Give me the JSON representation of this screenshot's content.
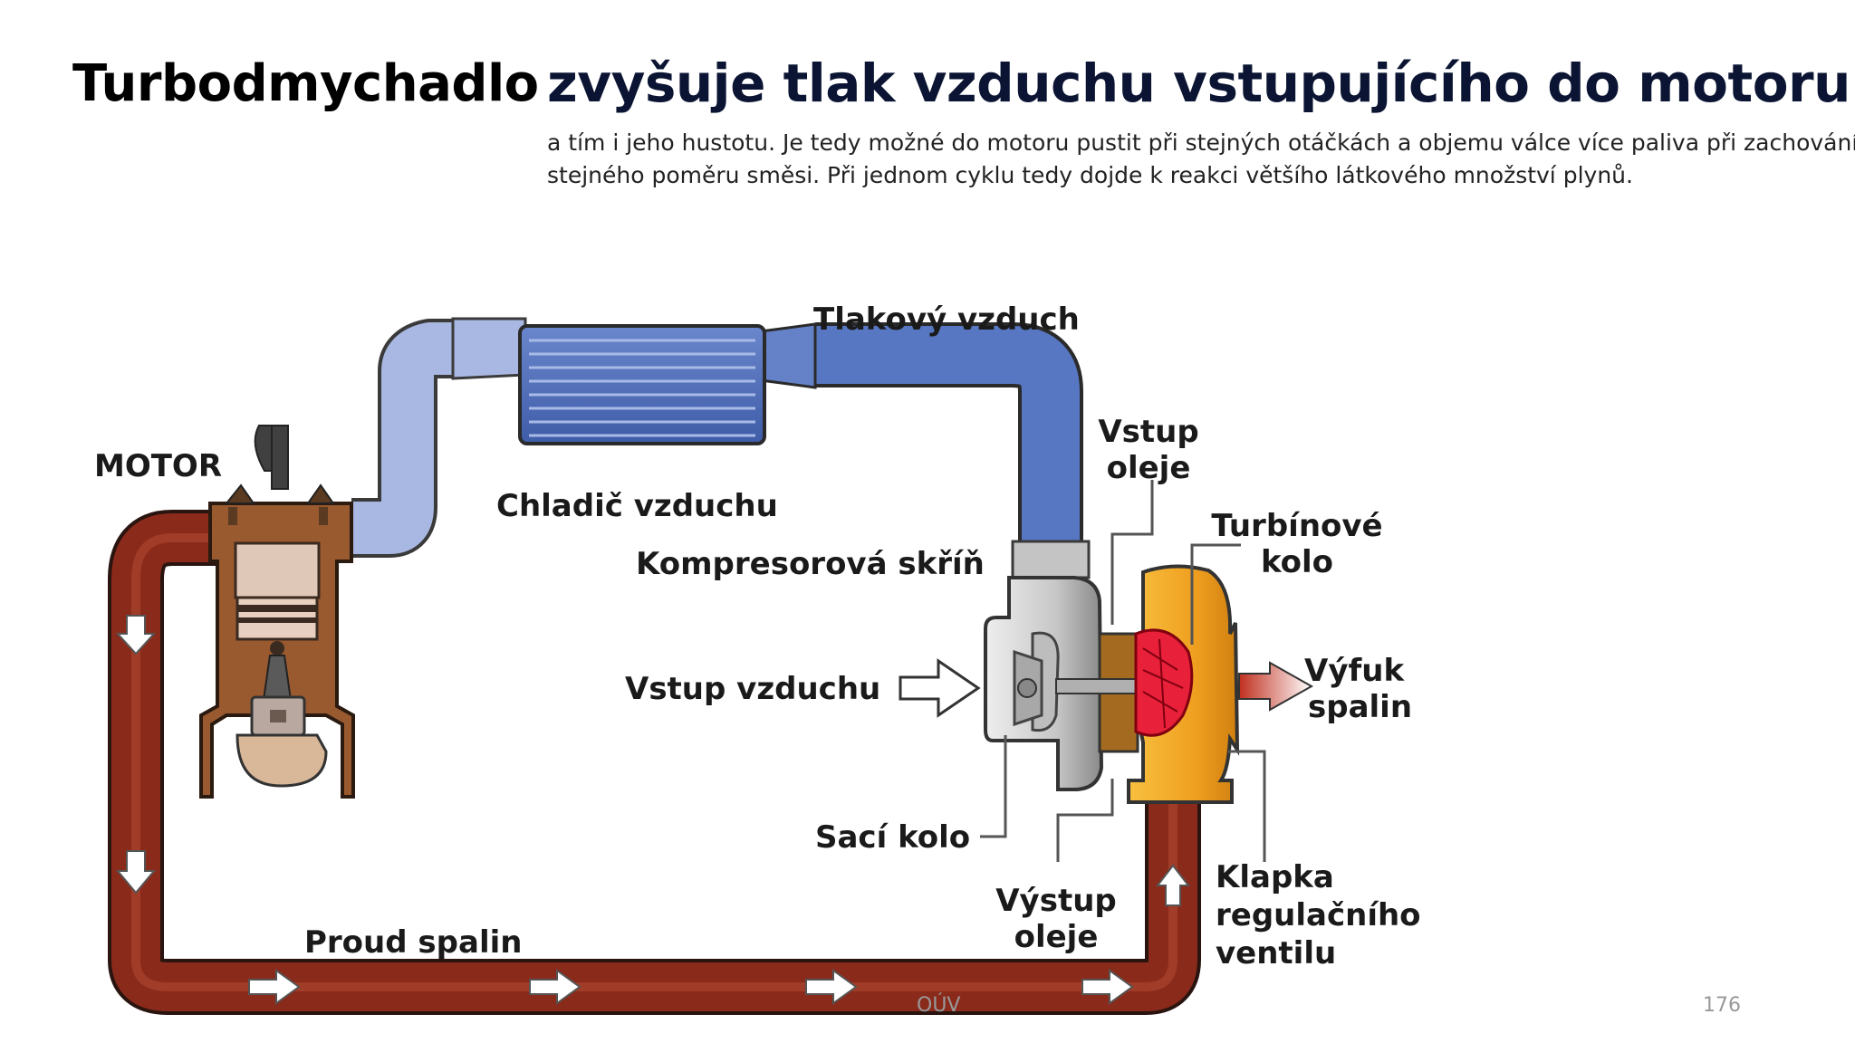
{
  "slide": {
    "title_left": "Turbodmychadlo",
    "title_right": "zvyšuje tlak vzduchu vstupujícího do motoru",
    "paragraph_line1": "a tím i jeho hustotu. Je tedy možné do motoru pustit při stejných otáčkách a objemu válce více paliva při zachování",
    "paragraph_line2": "stejného poměru směsi.  Při jednom cyklu tedy dojde k reakci většího látkového množství plynů.",
    "footer_center": "OÚV",
    "page_number": "176"
  },
  "diagram": {
    "labels": {
      "motor": "MOTOR",
      "tlakovy_vzduch": "Tlakový vzduch",
      "chladic_vzduchu": "Chladič vzduchu",
      "vstup_oleje_1": "Vstup",
      "vstup_oleje_2": "oleje",
      "turbinove_kolo_1": "Turbínové",
      "turbinove_kolo_2": "kolo",
      "kompresorova_skrin": "Kompresorová skříň",
      "vstup_vzduchu": "Vstup vzduchu",
      "vyfuk_spalin_1": "Výfuk",
      "vyfuk_spalin_2": "spalin",
      "saci_kolo": "Sací kolo",
      "vystup_oleje_1": "Výstup",
      "vystup_oleje_2": "oleje",
      "klapka_1": "Klapka",
      "klapka_2": "regulačního",
      "klapka_3": "ventilu",
      "proud_spalin": "Proud spalin"
    },
    "colors": {
      "intake_pipe": "#5a78c0",
      "intake_pipe_light": "#a6b6e0",
      "exhaust_pipe": "#8a2a1a",
      "turbine_housing": "#f0a020",
      "turbine_wheel": "#e8203a",
      "compressor_housing": "#c8c8c8",
      "engine_block": "#9a5a30"
    }
  }
}
